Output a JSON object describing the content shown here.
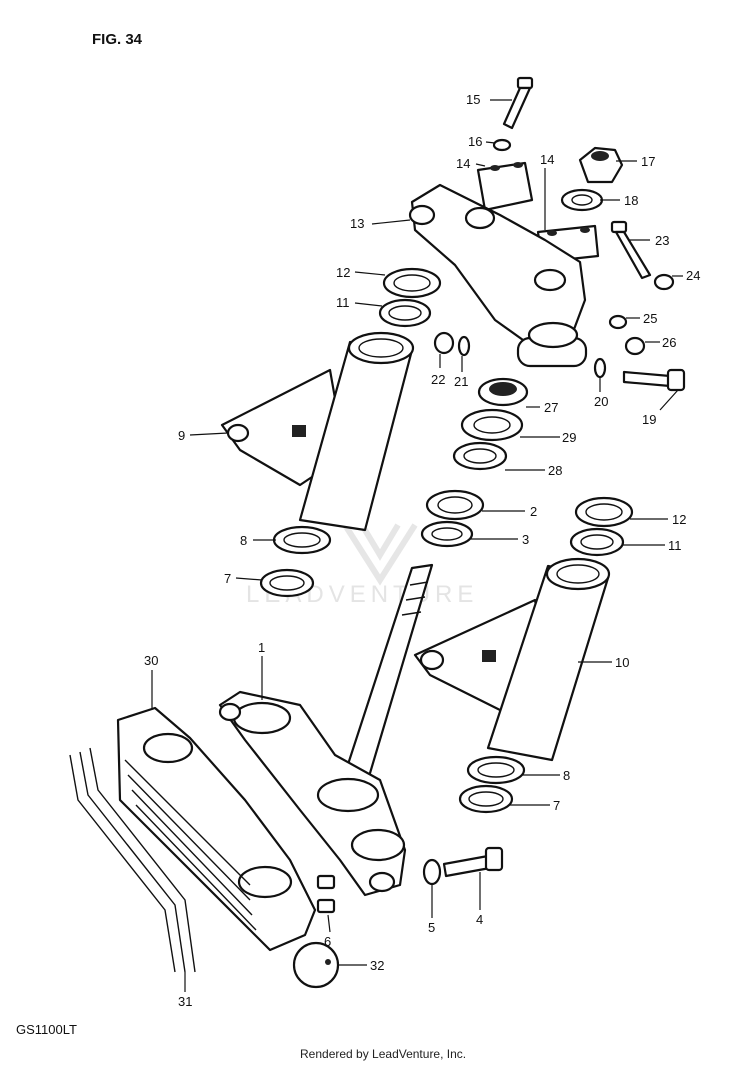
{
  "figure_title": "FIG. 34",
  "model_label": "GS1100LT",
  "footer": "Rendered by LeadVenture, Inc.",
  "watermark": "LEADVENTURE",
  "callouts": [
    {
      "id": "c1",
      "text": "1"
    },
    {
      "id": "c2",
      "text": "2"
    },
    {
      "id": "c3",
      "text": "3"
    },
    {
      "id": "c4",
      "text": "4"
    },
    {
      "id": "c5",
      "text": "5"
    },
    {
      "id": "c6",
      "text": "6"
    },
    {
      "id": "c7a",
      "text": "7"
    },
    {
      "id": "c7b",
      "text": "7"
    },
    {
      "id": "c8a",
      "text": "8"
    },
    {
      "id": "c8b",
      "text": "8"
    },
    {
      "id": "c9",
      "text": "9"
    },
    {
      "id": "c10",
      "text": "10"
    },
    {
      "id": "c11a",
      "text": "11"
    },
    {
      "id": "c11b",
      "text": "11"
    },
    {
      "id": "c12a",
      "text": "12"
    },
    {
      "id": "c12b",
      "text": "12"
    },
    {
      "id": "c13",
      "text": "13"
    },
    {
      "id": "c14a",
      "text": "14"
    },
    {
      "id": "c14b",
      "text": "14"
    },
    {
      "id": "c15",
      "text": "15"
    },
    {
      "id": "c16",
      "text": "16"
    },
    {
      "id": "c17",
      "text": "17"
    },
    {
      "id": "c18",
      "text": "18"
    },
    {
      "id": "c19",
      "text": "19"
    },
    {
      "id": "c20",
      "text": "20"
    },
    {
      "id": "c21",
      "text": "21"
    },
    {
      "id": "c22",
      "text": "22"
    },
    {
      "id": "c23",
      "text": "23"
    },
    {
      "id": "c24",
      "text": "24"
    },
    {
      "id": "c25",
      "text": "25"
    },
    {
      "id": "c26",
      "text": "26"
    },
    {
      "id": "c27",
      "text": "27"
    },
    {
      "id": "c28",
      "text": "28"
    },
    {
      "id": "c29",
      "text": "29"
    },
    {
      "id": "c30",
      "text": "30"
    },
    {
      "id": "c31",
      "text": "31"
    },
    {
      "id": "c32",
      "text": "32"
    }
  ]
}
